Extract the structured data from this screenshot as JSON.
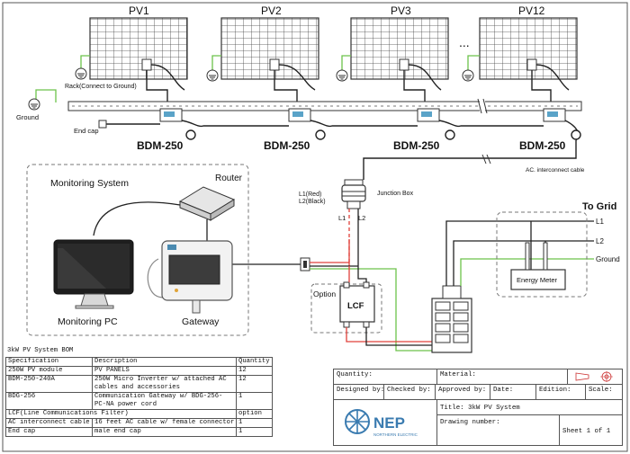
{
  "diagram": {
    "pv_labels": [
      "PV1",
      "PV2",
      "PV3",
      "PV12"
    ],
    "ellipsis": "...",
    "rack_label": "Rack(Connect to Ground)",
    "ground_left": "Ground",
    "end_cap": "End cap",
    "bdm_labels": [
      "BDM-250",
      "BDM-250",
      "BDM-250",
      "BDM-250"
    ],
    "ac_interconnect": "AC. interconnect cable",
    "l1_red": "L1(Red)",
    "l2_black": "L2(Black)",
    "junction_box": "Junction Box",
    "l1": "L1",
    "l2": "L2",
    "monitoring_system": "Monitoring System",
    "router": "Router",
    "monitoring_pc": "Monitoring PC",
    "gateway": "Gateway",
    "option": "Option",
    "lcf": "LCF",
    "to_grid": "To Grid",
    "grid_l1": "L1",
    "grid_l2": "L2",
    "grid_ground": "Ground",
    "energy_meter": "Energy Meter"
  },
  "bom": {
    "title": "3kW PV System BOM",
    "headers": [
      "Specification",
      "Description",
      "Quantity"
    ],
    "rows": [
      [
        "250W PV module",
        "PV PANELS",
        "12"
      ],
      [
        "BDM-250-240A",
        "250W Micro Inverter w/ attached AC cables and accessories",
        "12"
      ],
      [
        "BDG-256",
        "Communication Gateway w/ BDG-256-PC-NA power cord",
        "1"
      ],
      [
        "LCF(Line Communications Filter)",
        "",
        "option"
      ],
      [
        "AC interconnect cable",
        "16 feet AC cable w/ female connector",
        "1"
      ],
      [
        "End cap",
        "male end cap",
        "1"
      ]
    ]
  },
  "title_block": {
    "quantity": "Quantity:",
    "material": "Material:",
    "designed_by": "Designed by:",
    "checked_by": "Checked by:",
    "approved_by": "Approved by:",
    "date": "Date:",
    "edition": "Edition:",
    "scale": "Scale:",
    "logo_text": "NEP",
    "logo_sub": "NORTHERN ELECTRIC",
    "title": "Title: 3kW PV System",
    "drawing_number": "Drawing number:",
    "sheet": "Sheet  1 of 1"
  },
  "colors": {
    "red_wire": "#e0403a",
    "green_wire": "#6cc24a",
    "cable": "#222222"
  }
}
